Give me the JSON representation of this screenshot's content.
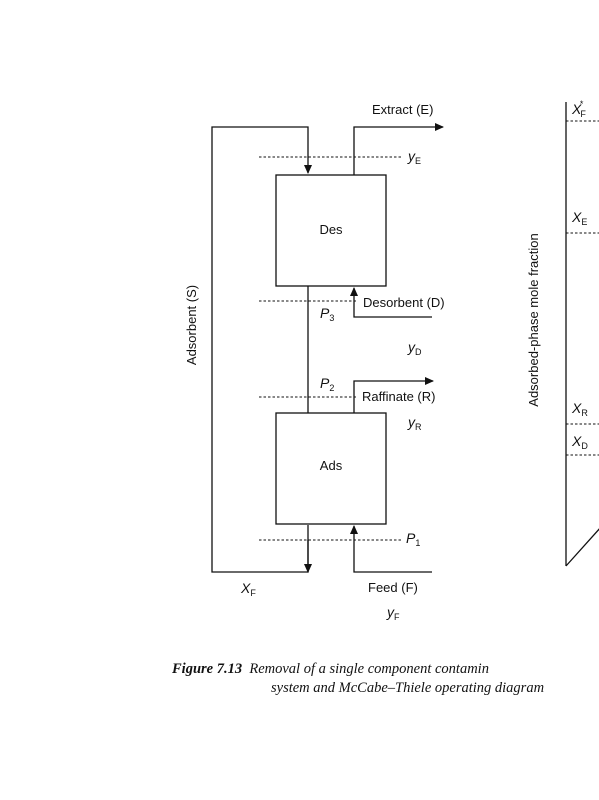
{
  "units": {
    "desorber": "Des",
    "adsorber": "Ads"
  },
  "streams": {
    "extract": "Extract (E)",
    "desorbent": "Desorbent (D)",
    "raffinate": "Raffinate (R)",
    "feed": "Feed (F)",
    "adsorbent": "Adsorbent (S)"
  },
  "symbols": {
    "yE": {
      "base": "y",
      "sub": "E"
    },
    "P3": {
      "base": "P",
      "sub": "3"
    },
    "yD": {
      "base": "y",
      "sub": "D"
    },
    "P2": {
      "base": "P",
      "sub": "2"
    },
    "yR": {
      "base": "y",
      "sub": "R"
    },
    "P1": {
      "base": "P",
      "sub": "1"
    },
    "XF": {
      "base": "X",
      "sub": "F"
    },
    "yF": {
      "base": "y",
      "sub": "F"
    }
  },
  "right_panel": {
    "axis_label": "Adsorbed-phase mole fraction",
    "ticks": [
      {
        "base": "X",
        "sub": "F",
        "sup": "*"
      },
      {
        "base": "X",
        "sub": "E"
      },
      {
        "base": "X",
        "sub": "R"
      },
      {
        "base": "X",
        "sub": "D"
      }
    ]
  },
  "caption": {
    "figure_label": "Figure 7.13",
    "line1": "Removal of a single component contamin",
    "line2": "system and McCabe–Thiele operating diagram"
  }
}
